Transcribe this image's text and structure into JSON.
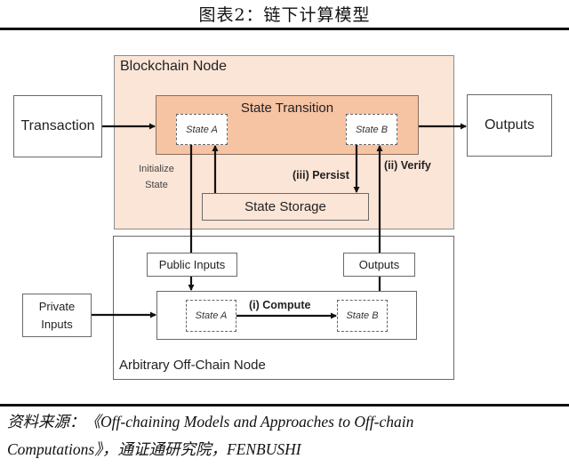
{
  "figure": {
    "title": "图表2：链下计算模型"
  },
  "diagram": {
    "transaction": "Transaction",
    "outputs_external": "Outputs",
    "blockchain_node": {
      "label": "Blockchain Node",
      "state_transition": {
        "label": "State Transition",
        "state_a": "State A",
        "state_b": "State B"
      },
      "initialize_state": [
        "Initialize",
        "State"
      ],
      "persist": "(iii) Persist",
      "verify": "(ii) Verify",
      "state_storage": "State Storage"
    },
    "offchain_node": {
      "label": "Arbitrary Off-Chain Node",
      "public_inputs": "Public Inputs",
      "outputs": "Outputs",
      "compute": "(i) Compute",
      "state_a": "State A",
      "state_b": "State B"
    },
    "private_inputs": [
      "Private",
      "Inputs"
    ],
    "colors": {
      "blockchain_node_fill": "#fbe5d6",
      "state_transition_fill": "#f6c3a3"
    }
  },
  "source": {
    "line1": "资料来源：《Off-chaining Models and Approaches to Off-chain",
    "line2": "Computations》，通证通研究院，FENBUSHI"
  }
}
